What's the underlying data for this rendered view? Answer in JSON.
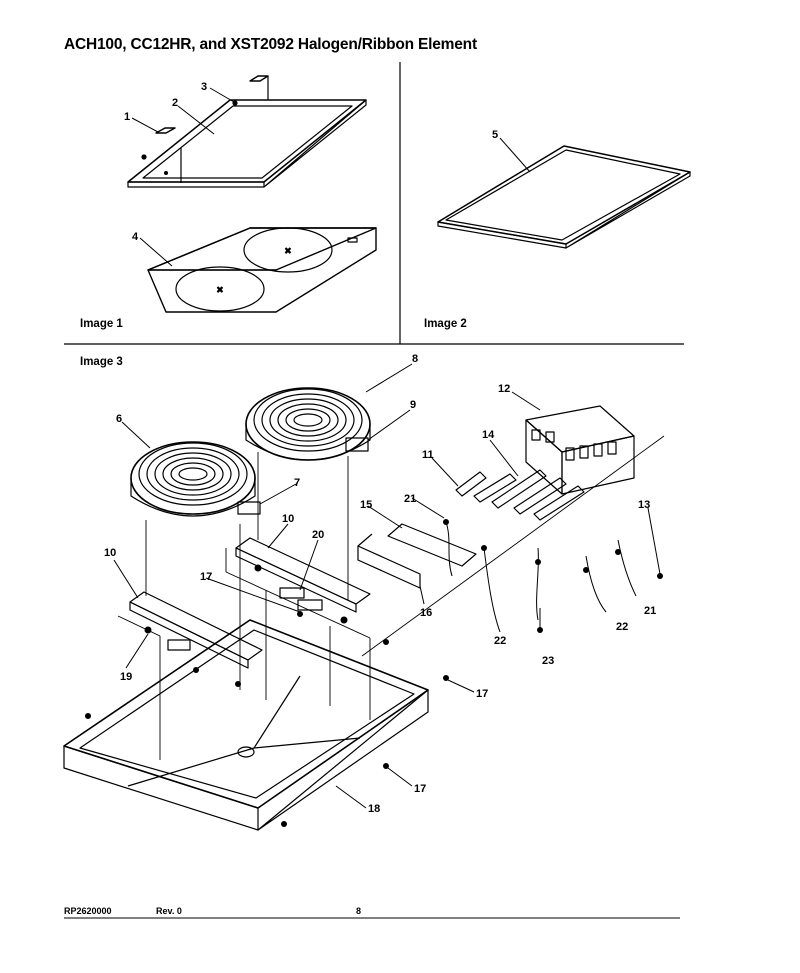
{
  "title": "ACH100, CC12HR, and XST2092 Halogen/Ribbon Element",
  "panels": {
    "image1_label": "Image 1",
    "image2_label": "Image 2",
    "image3_label": "Image 3"
  },
  "callouts": {
    "c1": "1",
    "c2": "2",
    "c3": "3",
    "c4": "4",
    "c5": "5",
    "c6": "6",
    "c7": "7",
    "c8": "8",
    "c9": "9",
    "c10a": "10",
    "c10b": "10",
    "c11": "11",
    "c12": "12",
    "c13": "13",
    "c14": "14",
    "c15": "15",
    "c16": "16",
    "c17a": "17",
    "c17b": "17",
    "c17c": "17",
    "c18": "18",
    "c19": "19",
    "c20": "20",
    "c21a": "21",
    "c21b": "21",
    "c22a": "22",
    "c22b": "22",
    "c23": "23"
  },
  "footer": {
    "part_number": "RP2620000",
    "revision": "Rev. 0",
    "page_number": "8"
  }
}
